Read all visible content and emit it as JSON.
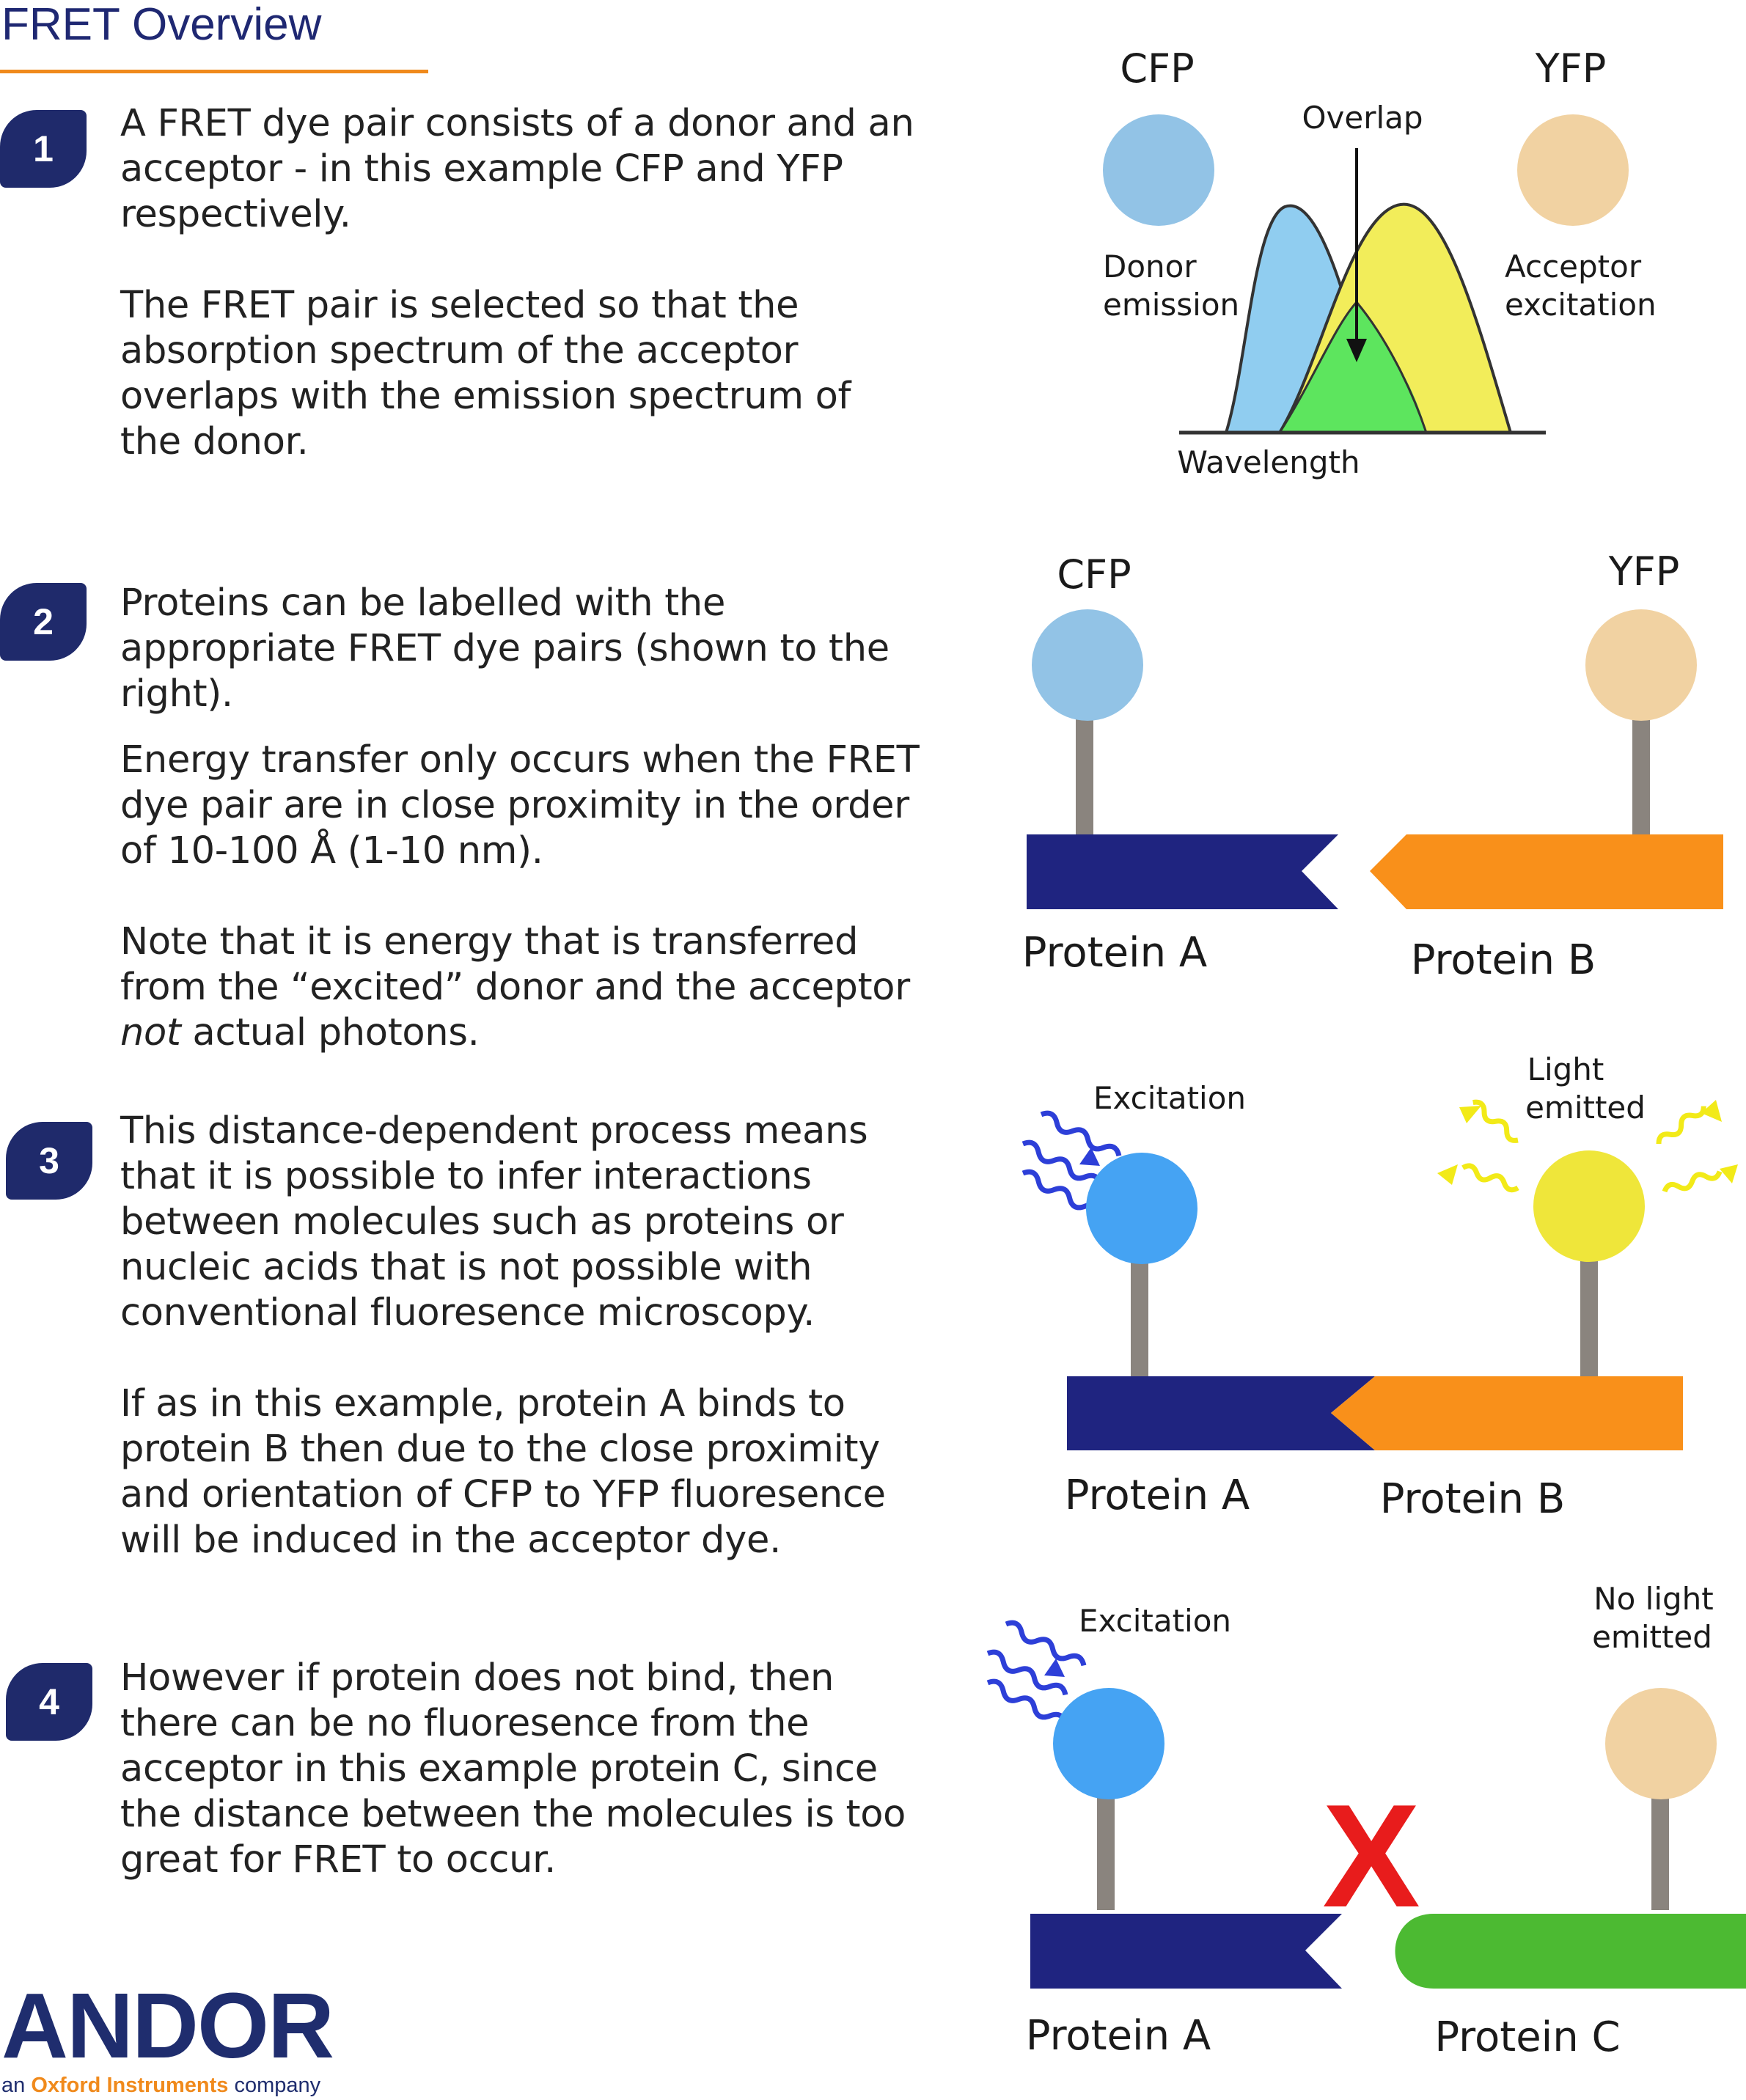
{
  "title": "FRET Overview",
  "steps": [
    {
      "number": "1",
      "paragraphs": [
        "A FRET dye pair consists of a donor and an acceptor - in this example CFP and YFP respectively.",
        "The FRET pair is selected so that the absorption spectrum of the acceptor overlaps with the emission spectrum of the donor."
      ]
    },
    {
      "number": "2",
      "paragraphs": [
        "Proteins can be labelled with the appropriate FRET dye pairs (shown to the right).",
        "Energy transfer only occurs when the FRET dye pair are in close proximity in the order of 10-100 Å (1-10 nm).",
        "Note that it is energy that is transferred from the “excited” donor and the acceptor",
        "not",
        "actual photons."
      ]
    },
    {
      "number": "3",
      "paragraphs": [
        "This distance-dependent process means that it is possible to infer interactions between molecules such as proteins or nucleic acids that is not possible with conventional fluoresence microscopy.",
        "If as in this example, protein A binds to protein B then due to the close proximity and orientation of CFP to YFP fluoresence will be induced in the acceptor dye."
      ]
    },
    {
      "number": "4",
      "paragraphs": [
        "However if protein does not bind, then there can be no fluoresence from the acceptor in this example protein C, since the distance between the molecules is too great for FRET to occur."
      ]
    }
  ],
  "diagram1": {
    "donor_name": "CFP",
    "acceptor_name": "YFP",
    "overlap_label": "Overlap",
    "donor_label_1": "Donor",
    "donor_label_2": "emission",
    "acceptor_label_1": "Acceptor",
    "acceptor_label_2": "excitation",
    "axis_label": "Wavelength"
  },
  "diagram2": {
    "donor_name": "CFP",
    "acceptor_name": "YFP",
    "protein_a": "Protein A",
    "protein_b": "Protein B"
  },
  "diagram3": {
    "excitation_label": "Excitation",
    "emitted_label_1": "Light",
    "emitted_label_2": "emitted",
    "protein_a": "Protein A",
    "protein_b": "Protein B"
  },
  "diagram4": {
    "excitation_label": "Excitation",
    "no_light_label_1": "No light",
    "no_light_label_2": "emitted",
    "cross_mark": "X",
    "protein_a": "Protein A",
    "protein_c": "Protein C"
  },
  "logo": {
    "name": "ANDOR",
    "tagline_prefix": "an",
    "tagline_brand": "Oxford Instruments",
    "tagline_suffix": "company"
  },
  "colors": {
    "navy": "#1f2a6b",
    "orange": "#f9901a",
    "cfp": "#92c3e6",
    "yfp": "#f1d2a2",
    "donor_spectrum": "#90cdf0",
    "acceptor_spectrum": "#f2ed5a",
    "overlap": "#5de55e",
    "excited_donor": "#45a3f3",
    "emitting_acceptor": "#efe63a",
    "protein_c": "#4cba32",
    "cross": "#e81c1c"
  }
}
